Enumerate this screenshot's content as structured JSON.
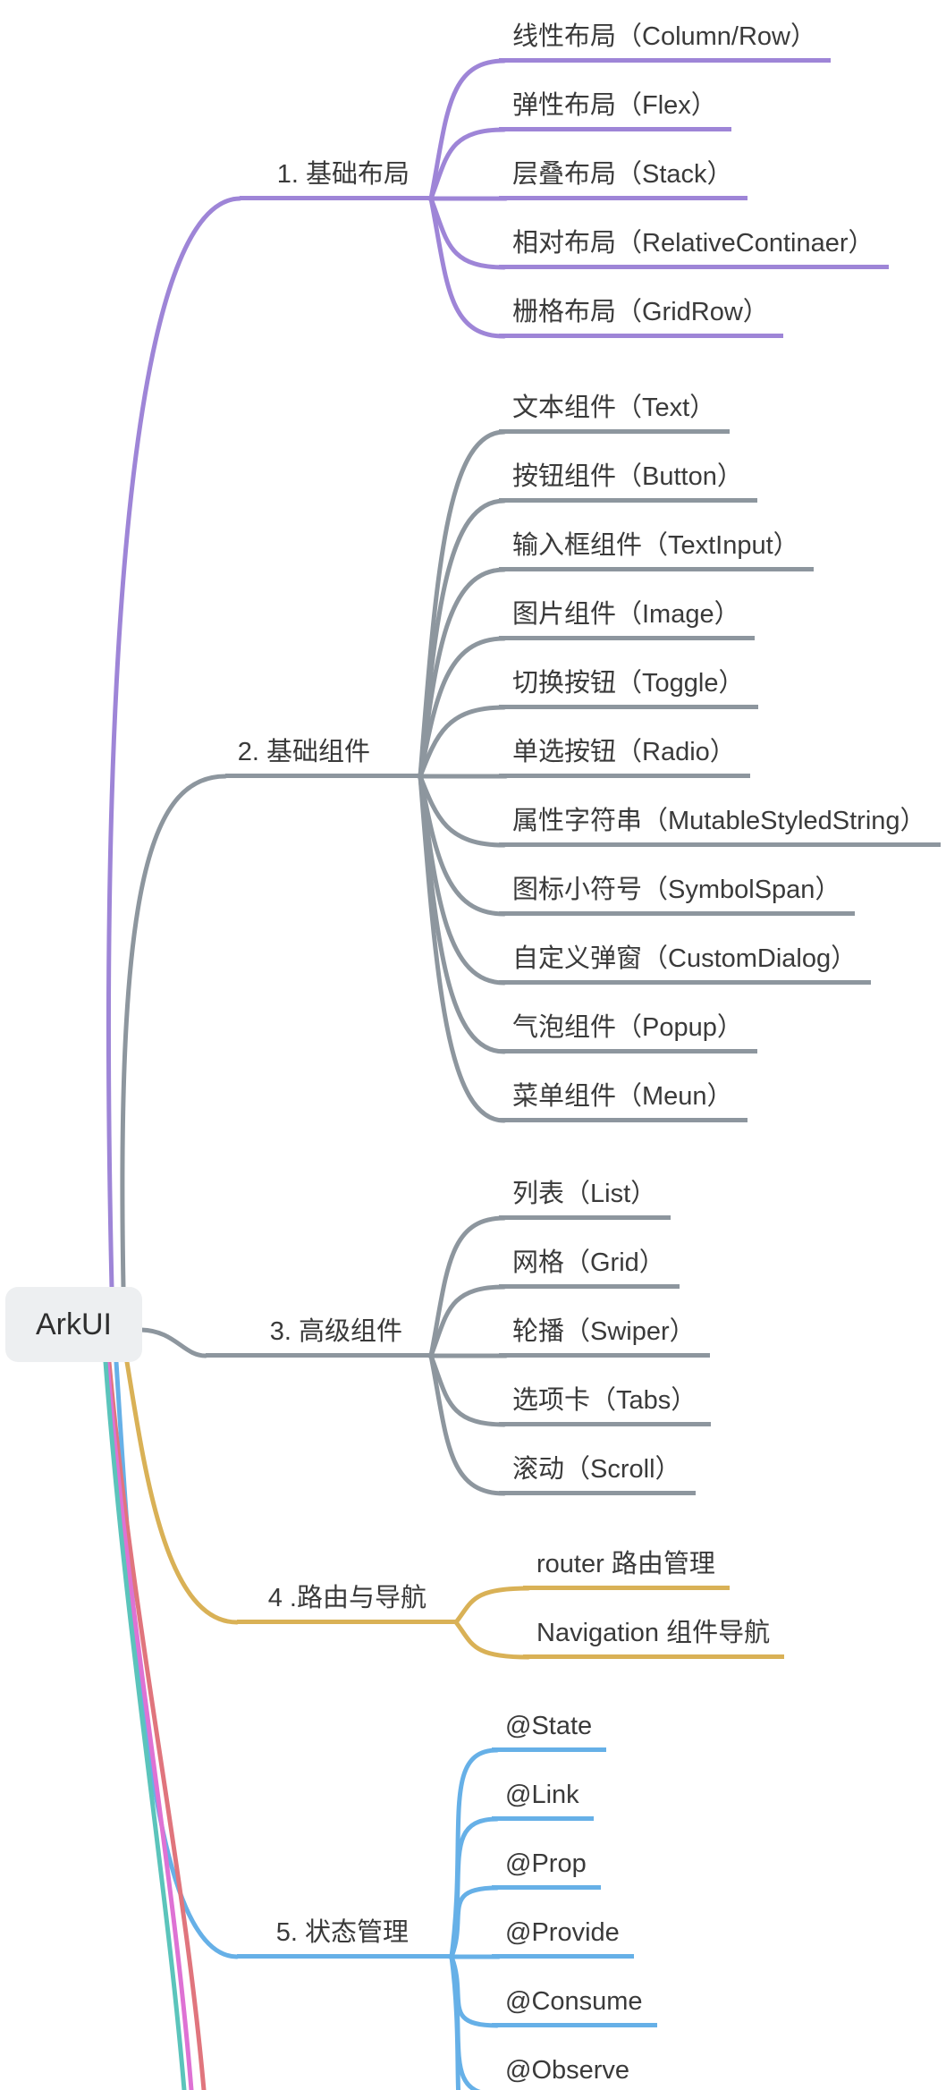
{
  "root": {
    "label": "ArkUI"
  },
  "branches": [
    {
      "id": "basic-layout",
      "label": "1. 基础布局",
      "color": "#9e85d7",
      "children": [
        {
          "label": "线性布局（Column/Row）"
        },
        {
          "label": "弹性布局（Flex）"
        },
        {
          "label": "层叠布局（Stack）"
        },
        {
          "label": "相对布局（RelativeContinaer）"
        },
        {
          "label": "栅格布局（GridRow）"
        }
      ]
    },
    {
      "id": "basic-components",
      "label": "2. 基础组件",
      "color": "#8d969e",
      "children": [
        {
          "label": "文本组件（Text）"
        },
        {
          "label": "按钮组件（Button）"
        },
        {
          "label": "输入框组件（TextInput）"
        },
        {
          "label": "图片组件（Image）"
        },
        {
          "label": "切换按钮（Toggle）"
        },
        {
          "label": "单选按钮（Radio）"
        },
        {
          "label": "属性字符串（MutableStyledString）"
        },
        {
          "label": "图标小符号（SymbolSpan）"
        },
        {
          "label": "自定义弹窗（CustomDialog）"
        },
        {
          "label": "气泡组件（Popup）"
        },
        {
          "label": "菜单组件（Meun）"
        }
      ]
    },
    {
      "id": "advanced-components",
      "label": "3. 高级组件",
      "color": "#8d969e",
      "children": [
        {
          "label": "列表（List）"
        },
        {
          "label": "网格（Grid）"
        },
        {
          "label": "轮播（Swiper）"
        },
        {
          "label": "选项卡（Tabs）"
        },
        {
          "label": "滚动（Scroll）"
        }
      ]
    },
    {
      "id": "router-navigation",
      "label": "4 .路由与导航",
      "color": "#d9b156",
      "children": [
        {
          "label": "router 路由管理"
        },
        {
          "label": "Navigation 组件导航"
        }
      ]
    },
    {
      "id": "state-management",
      "label": "5. 状态管理",
      "color": "#66b0e7",
      "children": [
        {
          "label": "@State"
        },
        {
          "label": "@Link"
        },
        {
          "label": "@Prop"
        },
        {
          "label": "@Provide"
        },
        {
          "label": "@Consume"
        },
        {
          "label": "@Observe"
        }
      ]
    }
  ],
  "offscreen_branches": [
    {
      "id": "offscreen-branch-pink",
      "color": "#e0757d"
    },
    {
      "id": "offscreen-branch-magenta",
      "color": "#de72d4"
    },
    {
      "id": "offscreen-branch-teal",
      "color": "#5bc4bb"
    }
  ],
  "colors": {
    "root_bg": "#edeff1",
    "topic_text": "#3a3a3a",
    "background": "#ffffff"
  }
}
